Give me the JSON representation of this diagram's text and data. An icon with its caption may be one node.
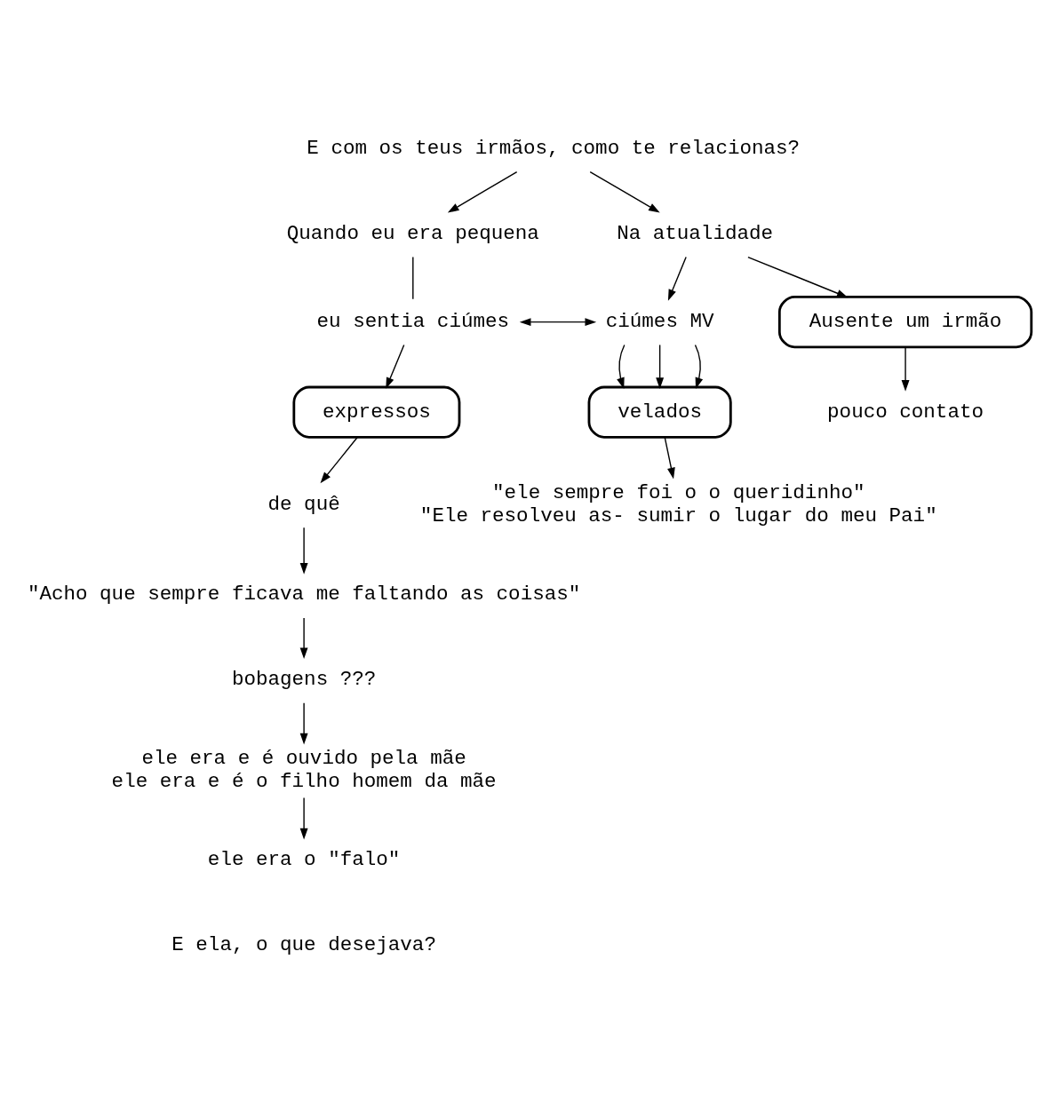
{
  "diagram": {
    "nodes": [
      {
        "text": [
          "E com os teus irmãos, como te relacionas?"
        ]
      },
      {
        "text": [
          "Quando eu era pequena"
        ]
      },
      {
        "text": [
          "Na atualidade"
        ]
      },
      {
        "text": [
          "eu sentia ciúmes"
        ]
      },
      {
        "text": [
          "ciúmes MV"
        ]
      },
      {
        "text": [
          "expressos"
        ]
      },
      {
        "text": [
          "velados"
        ]
      },
      {
        "text": [
          "Ausente um irmão"
        ]
      },
      {
        "text": [
          "de quê"
        ]
      },
      {
        "text": [
          "\"ele sempre foi o o queridinho\"",
          "\"Ele resolveu as- sumir o lugar do meu Pai\""
        ]
      },
      {
        "text": [
          "pouco contato"
        ]
      },
      {
        "text": [
          "\"Acho que sempre ficava me faltando as coisas\""
        ]
      },
      {
        "text": [
          "bobagens ???"
        ]
      },
      {
        "text": [
          "ele era e é ouvido pela mãe",
          "ele era e é o filho homem da mãe"
        ]
      },
      {
        "text": [
          "ele era o \"falo\""
        ]
      }
    ],
    "edges": [
      {
        "from": 0,
        "to": 1,
        "arrow": "to"
      },
      {
        "from": 0,
        "to": 2,
        "arrow": "to"
      },
      {
        "from": 1,
        "to": 3,
        "arrow": "none"
      },
      {
        "from": 2,
        "to": 4,
        "arrow": "to"
      },
      {
        "from": 3,
        "to": 4,
        "arrow": "both"
      },
      {
        "from": 2,
        "to": 7,
        "arrow": "to"
      },
      {
        "from": 3,
        "to": 5,
        "arrow": "to"
      },
      {
        "from": 4,
        "to": 6,
        "arrow": "to"
      },
      {
        "from": 4,
        "to": 6,
        "arrow": "to"
      },
      {
        "from": 4,
        "to": 6,
        "arrow": "to"
      },
      {
        "from": 5,
        "to": 8,
        "arrow": "to"
      },
      {
        "from": 6,
        "to": 9,
        "arrow": "to"
      },
      {
        "from": 7,
        "to": 10,
        "arrow": "to"
      },
      {
        "from": 8,
        "to": 11,
        "arrow": "to"
      },
      {
        "from": 11,
        "to": 12,
        "arrow": "to"
      },
      {
        "from": 12,
        "to": 13,
        "arrow": "to"
      },
      {
        "from": 13,
        "to": 14,
        "arrow": "to"
      }
    ],
    "labels": [
      "E ela, o que desejava?"
    ]
  }
}
